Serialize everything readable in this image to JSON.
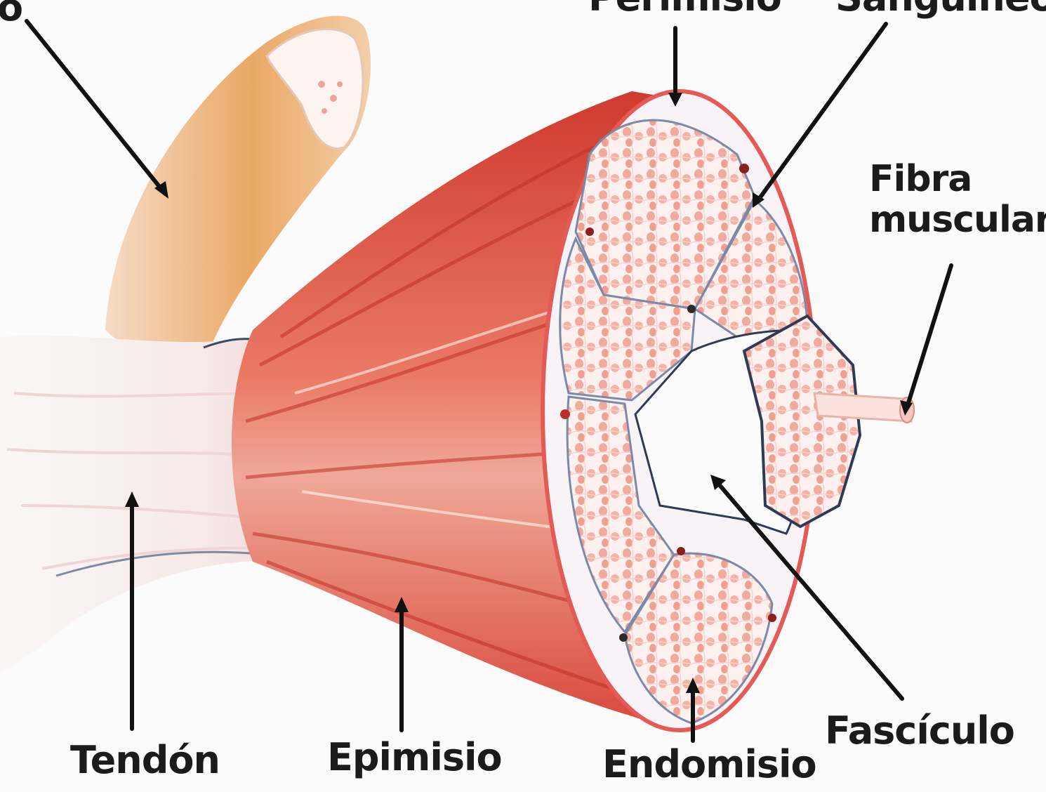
{
  "labels": {
    "hueso": "o",
    "perimisio": "Perimisio",
    "vasos": "Sanguíneos",
    "fibra_line1": "Fibra",
    "fibra_line2": "muscular",
    "tendon": "Tendón",
    "epimisio": "Epimisio",
    "endomisio": "Endomisio",
    "fasciculo": "Fascículo"
  },
  "colors": {
    "background": "#fbfbfb",
    "muscle": "#e2574a",
    "muscle_dark": "#c9302a",
    "tendon": "#f7eeee",
    "bone": "#e9a05a",
    "fascicle_fill": "#fbe2df",
    "fiber_dot": "#f2a99e",
    "connective_line": "#3b4a66",
    "leader_line": "#111111"
  }
}
